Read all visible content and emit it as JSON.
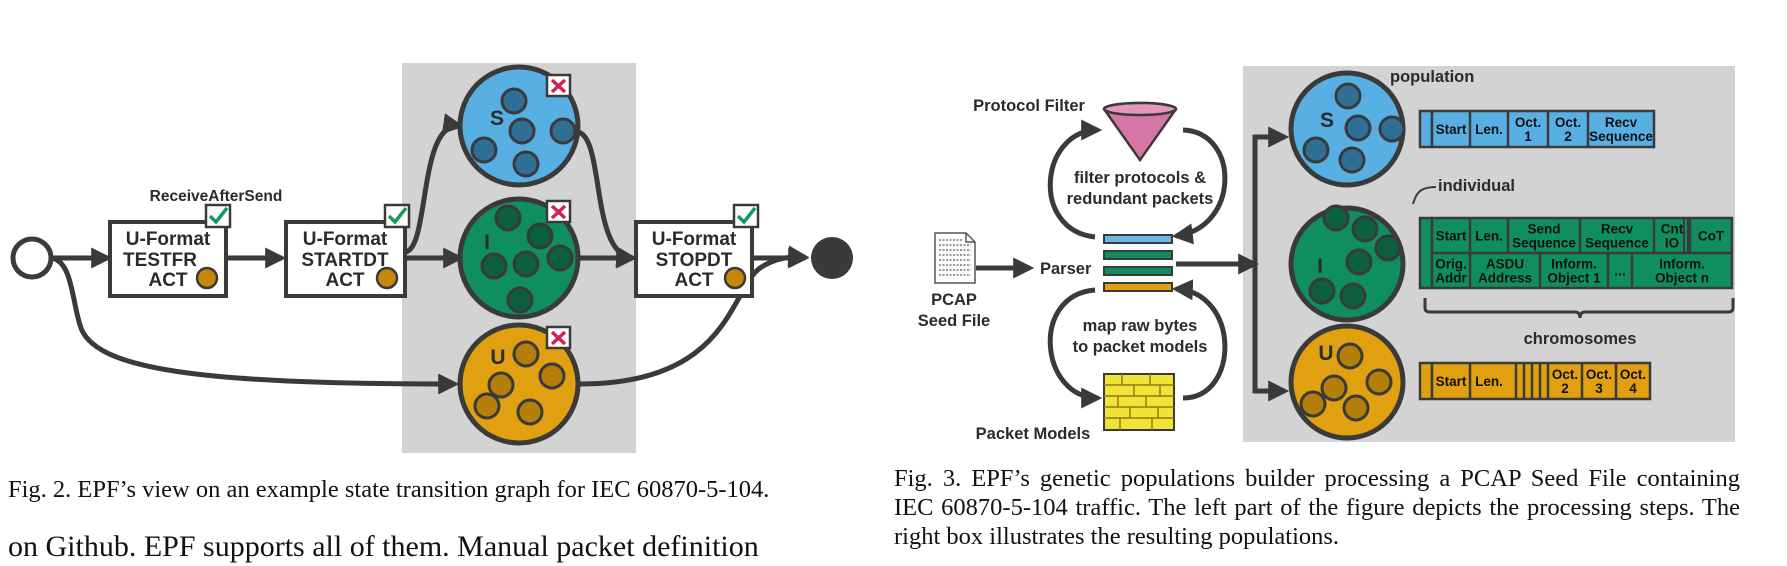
{
  "fig2": {
    "caption": "Fig. 2.  EPF’s view on an example state transition graph for IEC 60870-5-104.",
    "label_receive_after_send": "ReceiveAfterSend",
    "states": [
      {
        "line1": "U-Format",
        "line2": "TESTFR",
        "line3": "ACT"
      },
      {
        "line1": "U-Format",
        "line2": "STARTDT",
        "line3": "ACT"
      },
      {
        "line1": "U-Format",
        "line2": "STOPDT",
        "line3": "ACT"
      }
    ],
    "populations": [
      {
        "letter": "S",
        "color": "#57afe3",
        "dot": "#2f6f96"
      },
      {
        "letter": "I",
        "color": "#0f8f5f",
        "dot": "#0c5f3f"
      },
      {
        "letter": "U",
        "color": "#e0a010",
        "dot": "#b57e08"
      }
    ]
  },
  "body_text": "on Github. EPF supports all of them. Manual packet definition",
  "fig3": {
    "caption": "Fig. 3.  EPF’s genetic populations builder processing a PCAP Seed File containing IEC 60870-5-104 traffic. The left part of the figure depicts the processing steps. The right box illustrates the resulting populations.",
    "protocol_filter": "Protocol Filter",
    "filter_text": [
      "filter protocols &",
      "redundant packets"
    ],
    "parser": "Parser",
    "pcap": [
      "PCAP",
      "Seed File"
    ],
    "map_text": [
      "map raw bytes",
      "to packet models"
    ],
    "packet_models": "Packet Models",
    "population_label": "population",
    "individual_label": "individual",
    "chromosomes_label": "chromosomes",
    "populations": [
      {
        "letter": "S",
        "color": "#57afe3",
        "dot": "#2f6f96"
      },
      {
        "letter": "I",
        "color": "#0f8f5f",
        "dot": "#0c5f3f"
      },
      {
        "letter": "U",
        "color": "#e0a010",
        "dot": "#b57e08"
      }
    ],
    "s_fields": [
      [
        "Start"
      ],
      [
        "Len."
      ],
      [
        "Oct.",
        "1"
      ],
      [
        "Oct.",
        "2"
      ],
      [
        "Recv",
        "Sequence"
      ]
    ],
    "i_fields_row1": [
      [
        "Start"
      ],
      [
        "Len."
      ],
      [
        "Send",
        "Sequence"
      ],
      [
        "Recv",
        "Sequence"
      ],
      [
        "Cnt",
        "IO"
      ],
      [
        "CoT"
      ]
    ],
    "i_fields_row2": [
      [
        "Orig.",
        "Addr"
      ],
      [
        "ASDU",
        "Address"
      ],
      [
        "Inform.",
        "Object 1"
      ],
      [
        "..."
      ],
      [
        "Inform.",
        "Object n"
      ]
    ],
    "u_fields": [
      [
        "Start"
      ],
      [
        "Len."
      ],
      [
        "Oct.",
        "2"
      ],
      [
        "Oct.",
        "3"
      ],
      [
        "Oct.",
        "4"
      ]
    ]
  },
  "colors": {
    "outline": "#3a3a3a",
    "gray_box": "#d3d3d3",
    "cross": "#d62050",
    "check": "#1a9a5a",
    "funnel": "#d676a6",
    "packet_yellow": "#f2e436",
    "parser_blue": "#6fb6e8",
    "parser_green": "#128c5c",
    "parser_orange": "#e0a010"
  }
}
